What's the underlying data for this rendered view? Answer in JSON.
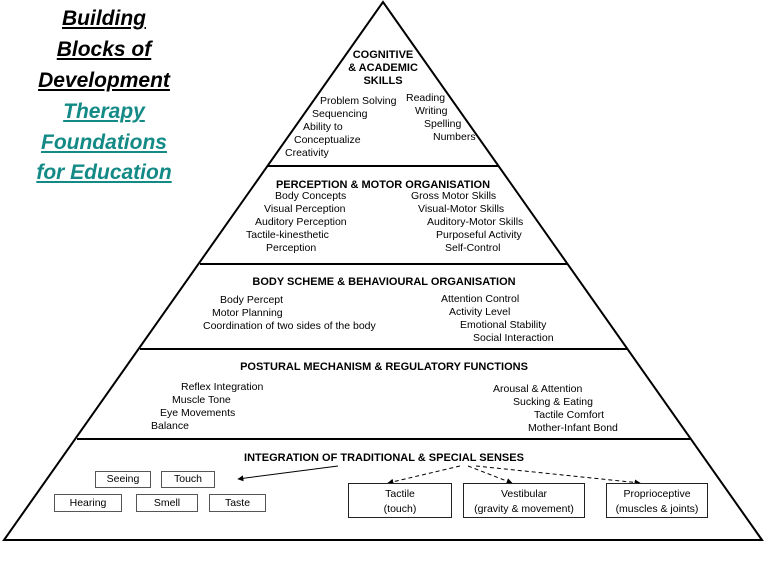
{
  "title": {
    "line1": "Building",
    "line2": "Blocks of",
    "line3": "Development",
    "line4": "Therapy",
    "line5": "Foundations",
    "line6": "for Education"
  },
  "colors": {
    "title_accent": "#138a86",
    "line": "#000000"
  },
  "tiers": {
    "cognitive": {
      "heading1": "COGNITIVE",
      "heading2": "& ACADEMIC",
      "heading3": "SKILLS",
      "left": [
        "Problem Solving",
        "Sequencing",
        "Ability to",
        "Conceptualize",
        "Creativity"
      ],
      "right": [
        "Reading",
        "Writing",
        "Spelling",
        "Numbers"
      ]
    },
    "perception": {
      "heading": "PERCEPTION & MOTOR ORGANISATION",
      "left": [
        "Body Concepts",
        "Visual Perception",
        "Auditory Perception",
        "Tactile-kinesthetic",
        "Perception"
      ],
      "right": [
        "Gross Motor Skills",
        "Visual-Motor Skills",
        "Auditory-Motor Skills",
        "Purposeful Activity",
        "Self-Control"
      ]
    },
    "body_scheme": {
      "heading": "BODY SCHEME & BEHAVIOURAL ORGANISATION",
      "left": [
        "Body Percept",
        "Motor Planning",
        "Coordination of two sides  of the body"
      ],
      "right": [
        "Attention Control",
        "Activity Level",
        "Emotional Stability",
        "Social Interaction"
      ]
    },
    "postural": {
      "heading": "POSTURAL MECHANISM & REGULATORY FUNCTIONS",
      "left": [
        "Reflex Integration",
        "Muscle Tone",
        "Eye Movements",
        "Balance"
      ],
      "right": [
        "Arousal & Attention",
        "Sucking & Eating",
        "Tactile Comfort",
        "Mother-Infant Bond"
      ]
    },
    "senses": {
      "heading": "INTEGRATION OF TRADITIONAL & SPECIAL SENSES",
      "traditional": [
        "Seeing",
        "Touch",
        "Hearing",
        "Smell",
        "Taste"
      ],
      "special": [
        {
          "name": "Tactile",
          "detail": "(touch)"
        },
        {
          "name": "Vestibular",
          "detail": "(gravity & movement)"
        },
        {
          "name": "Proprioceptive",
          "detail": "(muscles & joints)"
        }
      ]
    }
  }
}
